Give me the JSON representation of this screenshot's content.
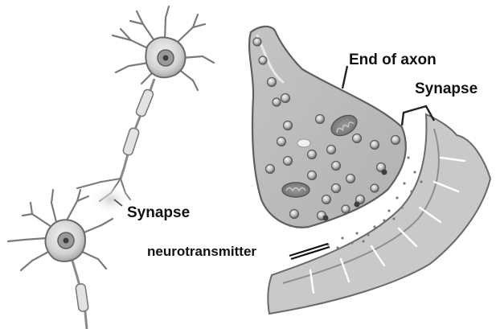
{
  "labels": {
    "end_of_axon": "End of axon",
    "synapse_right": "Synapse",
    "synapse_left": "Synapse",
    "neurotransmitter": "neurotransmitter"
  },
  "colors": {
    "membrane_light": "#dcdcdc",
    "membrane_mid": "#b9b9b9",
    "membrane_dark": "#8c8c8c",
    "line": "#2a2a2a"
  }
}
